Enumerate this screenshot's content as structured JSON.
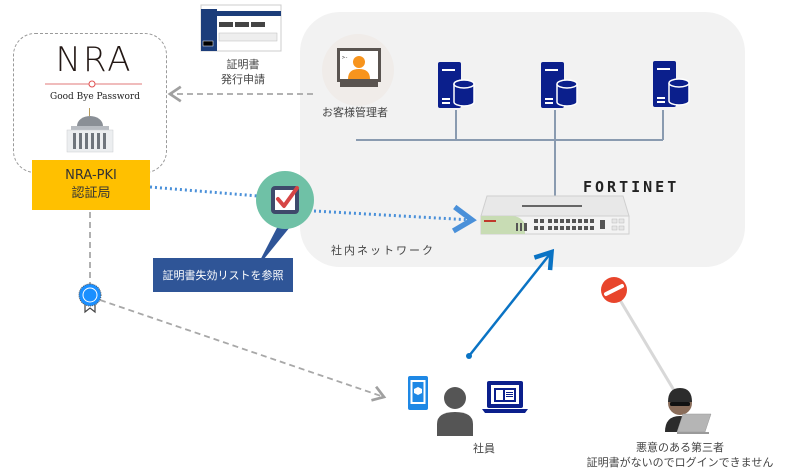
{
  "diagram": {
    "nra": {
      "logo_text": "NRA",
      "tagline": "Good Bye Password",
      "ca_label_line1": "NRA-PKI",
      "ca_label_line2": "認証局"
    },
    "certificate_request": {
      "line1": "証明書",
      "line2": "発行申請"
    },
    "customer_admin": {
      "label": "お客様管理者"
    },
    "internal_network": {
      "label": "社内ネットワーク",
      "brand": "FORTINET"
    },
    "crl_callout": {
      "label": "証明書失効リストを参照"
    },
    "employee": {
      "label": "社員"
    },
    "malicious_party": {
      "line1": "悪意のある第三者",
      "line2": "証明書がないのでログインできません"
    },
    "colors": {
      "network_bg": "#f2f2f2",
      "ca_box": "#ffc000",
      "callout": "#2f5597",
      "server_blue": "#0b1f8c",
      "check_circle": "#6fc1a6",
      "employee_link": "#0a73c4",
      "crl_dotted": "#4a90d9",
      "forbidden": "#e8452c"
    }
  }
}
